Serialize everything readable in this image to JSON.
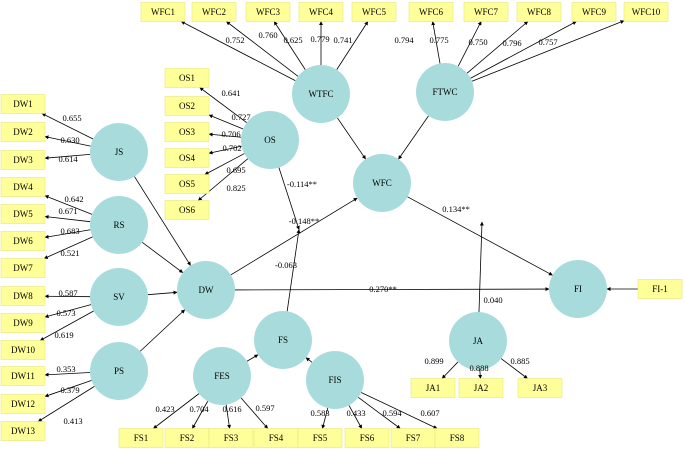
{
  "latent_variables": [
    {
      "id": "WTFC",
      "label": "WTFC"
    },
    {
      "id": "FTWC",
      "label": "FTWC"
    },
    {
      "id": "OS",
      "label": "OS"
    },
    {
      "id": "JS",
      "label": "JS"
    },
    {
      "id": "RS",
      "label": "RS"
    },
    {
      "id": "SV",
      "label": "SV"
    },
    {
      "id": "PS",
      "label": "PS"
    },
    {
      "id": "DW",
      "label": "DW"
    },
    {
      "id": "WFC",
      "label": "WFC"
    },
    {
      "id": "FS",
      "label": "FS"
    },
    {
      "id": "FES",
      "label": "FES"
    },
    {
      "id": "FIS",
      "label": "FIS"
    },
    {
      "id": "JA",
      "label": "JA"
    },
    {
      "id": "FI",
      "label": "FI"
    }
  ],
  "indicators": [
    {
      "id": "WFC1",
      "label": "WFC1",
      "latent": "WTFC",
      "weight": "0.752"
    },
    {
      "id": "WFC2",
      "label": "WFC2",
      "latent": "WTFC",
      "weight": "0.760"
    },
    {
      "id": "WFC3",
      "label": "WFC3",
      "latent": "WTFC",
      "weight": "0.625"
    },
    {
      "id": "WFC4",
      "label": "WFC4",
      "latent": "WTFC",
      "weight": "0.779"
    },
    {
      "id": "WFC5",
      "label": "WFC5",
      "latent": "WTFC",
      "weight": "0.741"
    },
    {
      "id": "WFC6",
      "label": "WFC6",
      "latent": "FTWC",
      "weight": "0.794"
    },
    {
      "id": "WFC7",
      "label": "WFC7",
      "latent": "FTWC",
      "weight": "0.775"
    },
    {
      "id": "WFC8",
      "label": "WFC8",
      "latent": "FTWC",
      "weight": "0.750"
    },
    {
      "id": "WFC9",
      "label": "WFC9",
      "latent": "FTWC",
      "weight": "0.796"
    },
    {
      "id": "WFC10",
      "label": "WFC10",
      "latent": "FTWC",
      "weight": "0.757"
    },
    {
      "id": "OS1",
      "label": "OS1",
      "latent": "OS",
      "weight": "0.641"
    },
    {
      "id": "OS2",
      "label": "OS2",
      "latent": "OS",
      "weight": "0.727"
    },
    {
      "id": "OS3",
      "label": "OS3",
      "latent": "OS",
      "weight": "0.706"
    },
    {
      "id": "OS4",
      "label": "OS4",
      "latent": "OS",
      "weight": "0.702"
    },
    {
      "id": "OS5",
      "label": "OS5",
      "latent": "OS",
      "weight": "0.695"
    },
    {
      "id": "OS6",
      "label": "OS6",
      "latent": "OS",
      "weight": "0.825"
    },
    {
      "id": "DW1",
      "label": "DW1",
      "latent": "JS",
      "weight": "0.655"
    },
    {
      "id": "DW2",
      "label": "DW2",
      "latent": "JS",
      "weight": "0.630"
    },
    {
      "id": "DW3",
      "label": "DW3",
      "latent": "JS",
      "weight": "0.614"
    },
    {
      "id": "DW4",
      "label": "DW4",
      "latent": "RS",
      "weight": "0.642"
    },
    {
      "id": "DW5",
      "label": "DW5",
      "latent": "RS",
      "weight": "0.671"
    },
    {
      "id": "DW6",
      "label": "DW6",
      "latent": "RS",
      "weight": "0.683"
    },
    {
      "id": "DW7",
      "label": "DW7",
      "latent": "RS",
      "weight": "0.521"
    },
    {
      "id": "DW8",
      "label": "DW8",
      "latent": "SV",
      "weight": "0.587"
    },
    {
      "id": "DW9",
      "label": "DW9",
      "latent": "SV",
      "weight": "0.573"
    },
    {
      "id": "DW10",
      "label": "DW10",
      "latent": "SV",
      "weight": "0.619"
    },
    {
      "id": "DW11",
      "label": "DW11",
      "latent": "PS",
      "weight": "0.353"
    },
    {
      "id": "DW12",
      "label": "DW12",
      "latent": "PS",
      "weight": "0.379"
    },
    {
      "id": "DW13",
      "label": "DW13",
      "latent": "PS",
      "weight": "0.413"
    },
    {
      "id": "FS1",
      "label": "FS1",
      "latent": "FES",
      "weight": "0.423"
    },
    {
      "id": "FS2",
      "label": "FS2",
      "latent": "FES",
      "weight": "0.704"
    },
    {
      "id": "FS3",
      "label": "FS3",
      "latent": "FES",
      "weight": "0.616"
    },
    {
      "id": "FS4",
      "label": "FS4",
      "latent": "FES",
      "weight": "0.597"
    },
    {
      "id": "FS5",
      "label": "FS5",
      "latent": "FIS",
      "weight": "0.583"
    },
    {
      "id": "FS6",
      "label": "FS6",
      "latent": "FIS",
      "weight": "0.433"
    },
    {
      "id": "FS7",
      "label": "FS7",
      "latent": "FIS",
      "weight": "0.594"
    },
    {
      "id": "FS8",
      "label": "FS8",
      "latent": "FIS",
      "weight": "0.607"
    },
    {
      "id": "JA1",
      "label": "JA1",
      "latent": "JA",
      "weight": "0.899"
    },
    {
      "id": "JA2",
      "label": "JA2",
      "latent": "JA",
      "weight": "0.888"
    },
    {
      "id": "JA3",
      "label": "JA3",
      "latent": "JA",
      "weight": "0.885"
    },
    {
      "id": "FI-1",
      "label": "FI-1",
      "latent": "FI",
      "weight": ""
    }
  ],
  "paths": [
    {
      "from": "WTFC",
      "to": "WFC",
      "label": ""
    },
    {
      "from": "FTWC",
      "to": "WFC",
      "label": ""
    },
    {
      "from": "JS",
      "to": "DW",
      "label": ""
    },
    {
      "from": "RS",
      "to": "DW",
      "label": ""
    },
    {
      "from": "SV",
      "to": "DW",
      "label": ""
    },
    {
      "from": "PS",
      "to": "DW",
      "label": ""
    },
    {
      "from": "OS",
      "to": "DWWFC",
      "label": "-0.114**"
    },
    {
      "from": "DW",
      "to": "WFC",
      "label": "-0.148**"
    },
    {
      "from": "FS",
      "to": "DWWFC",
      "label": "-0.063"
    },
    {
      "from": "DW",
      "to": "FI",
      "label": "0.270**"
    },
    {
      "from": "WFC",
      "to": "FI",
      "label": "0.134**"
    },
    {
      "from": "JA",
      "to": "WFCFI",
      "label": "0.040"
    },
    {
      "from": "FES",
      "to": "FS",
      "label": ""
    },
    {
      "from": "FIS",
      "to": "FS",
      "label": ""
    },
    {
      "from": "FI-1",
      "to": "FI",
      "label": ""
    }
  ]
}
